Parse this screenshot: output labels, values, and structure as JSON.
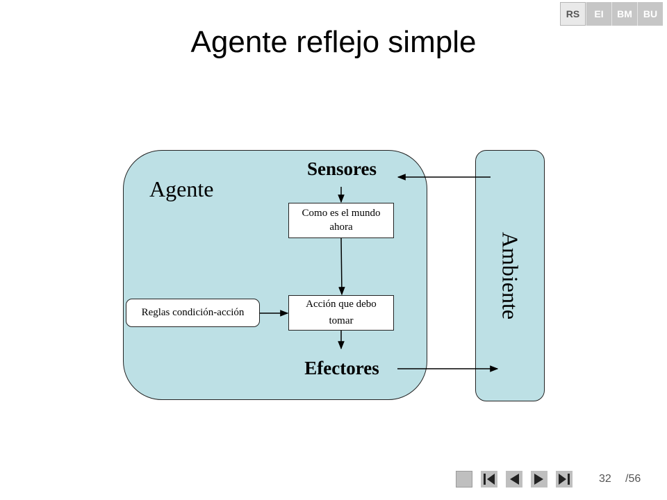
{
  "tabs": [
    {
      "label": "RS",
      "active": true
    },
    {
      "label": "EI",
      "active": false
    },
    {
      "label": "BM",
      "active": false
    },
    {
      "label": "BU",
      "active": false
    }
  ],
  "title": "Agente reflejo simple",
  "diagram": {
    "agent_label": "Agente",
    "sensors_label": "Sensores",
    "effectors_label": "Efectores",
    "environment_label": "Ambiente",
    "world_state_box": [
      "Como es el mundo",
      "ahora"
    ],
    "action_box": [
      "Acción que debo",
      "tomar"
    ],
    "rules_box": "Reglas condición-acción"
  },
  "colors": {
    "box_fill": "#bde0e5",
    "tab_inactive": "#c6c6c6",
    "nav_button": "#bfbfbf"
  },
  "navigation": {
    "buttons": [
      "blank-icon",
      "first-page-icon",
      "previous-page-icon",
      "next-page-icon",
      "last-page-icon"
    ],
    "current_page": "32",
    "total_pages": "/56"
  }
}
